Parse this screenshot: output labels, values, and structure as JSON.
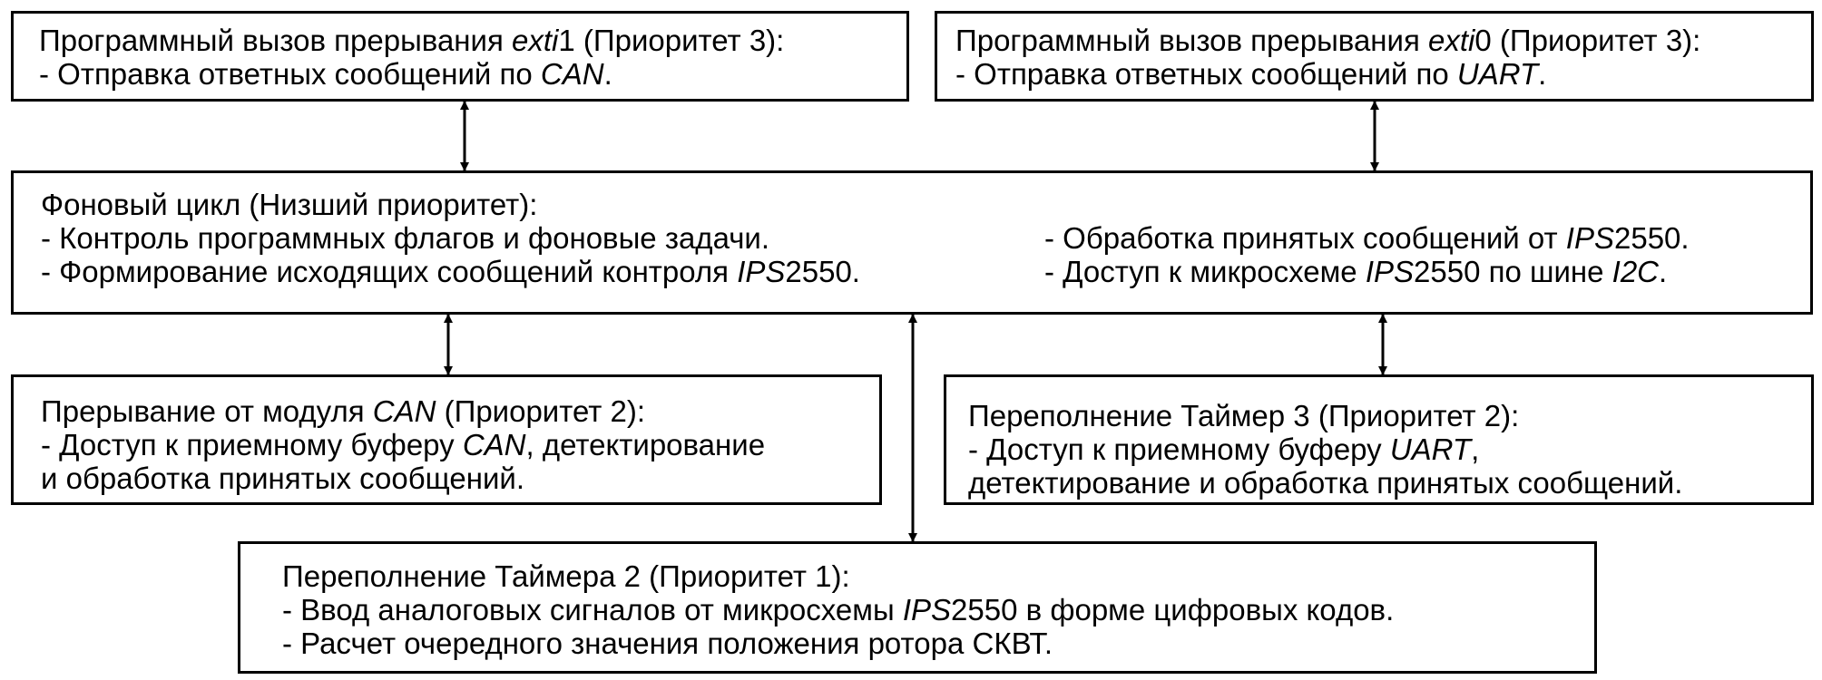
{
  "boxes": {
    "exti1": {
      "line1": {
        "a": "Программный вызов прерывания ",
        "b": "exti",
        "c": "1 (Приоритет 3):"
      },
      "line2": {
        "a": "- Отправка ответных сообщений по ",
        "b": "CAN",
        "c": "."
      }
    },
    "exti0": {
      "line1": {
        "a": "Программный вызов прерывания ",
        "b": "exti",
        "c": "0 (Приоритет 3):"
      },
      "line2": {
        "a": "- Отправка ответных сообщений по ",
        "b": "UART",
        "c": "."
      }
    },
    "background": {
      "title": "Фоновый цикл (Низший приоритет):",
      "left1": "- Контроль программных флагов и фоновые задачи.",
      "left2": {
        "a": "- Формирование исходящих сообщений контроля ",
        "b": "IPS",
        "c": "2550."
      },
      "right1": {
        "a": "- Обработка принятых сообщений от ",
        "b": "IPS",
        "c": "2550."
      },
      "right2": {
        "a": "- Доступ к микросхеме ",
        "b": "IPS",
        "c": "2550 по шине ",
        "d": "I2C",
        "e": "."
      }
    },
    "can_interrupt": {
      "line1": {
        "a": "Прерывание от модуля ",
        "b": "CAN",
        "c": " (Приоритет 2):"
      },
      "line2": {
        "a": "- Доступ к приемному буферу ",
        "b": "CAN",
        "c": ", детектирование"
      },
      "line3": "и обработка принятых сообщений."
    },
    "timer3": {
      "line1": "Переполнение Таймер 3 (Приоритет 2):",
      "line2": {
        "a": "- Доступ к приемному буферу ",
        "b": "UART",
        "c": ","
      },
      "line3": "детектирование и обработка принятых сообщений."
    },
    "timer2": {
      "line1": "Переполнение Таймера 2 (Приоритет 1):",
      "line2": {
        "a": "- Ввод аналоговых сигналов от микросхемы ",
        "b": "IPS",
        "c": "2550 в форме цифровых кодов."
      },
      "line3": "- Расчет очередного значения положения ротора СКВТ."
    }
  }
}
